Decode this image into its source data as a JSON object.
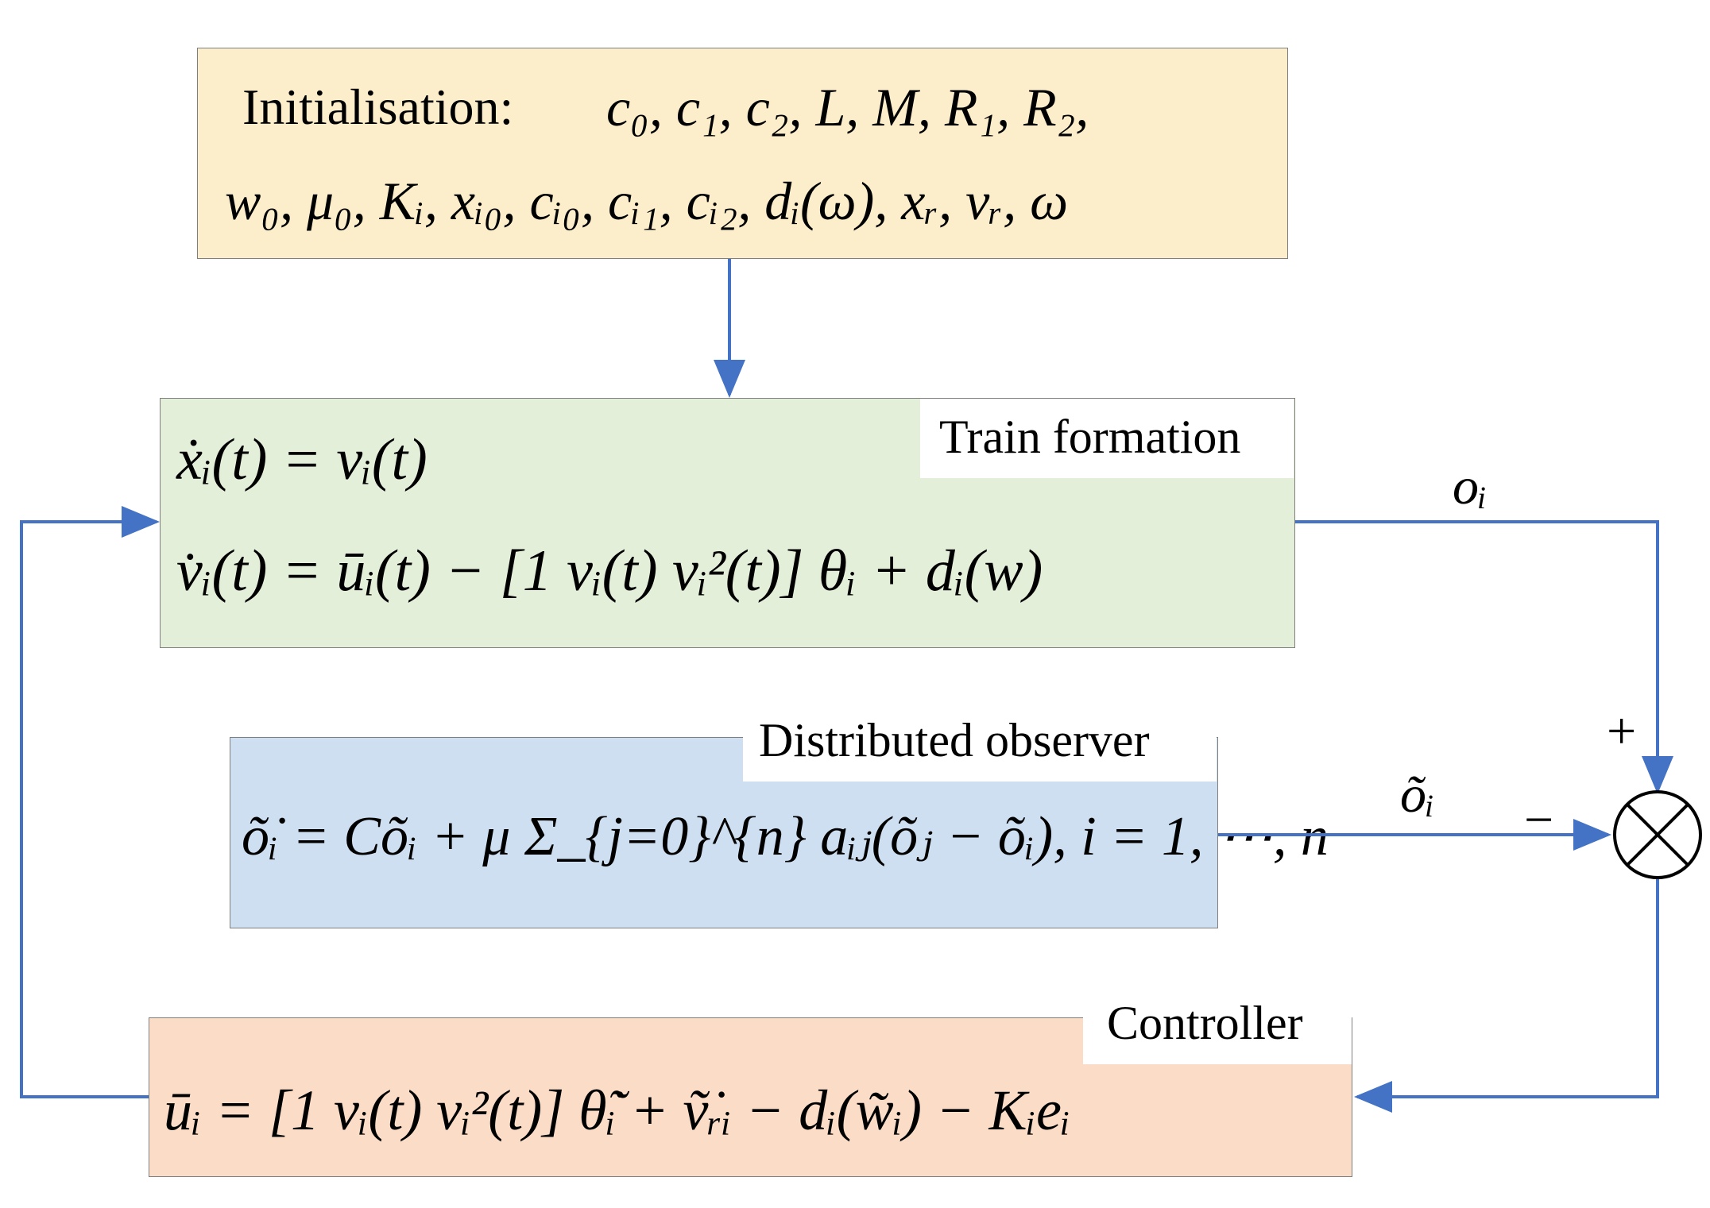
{
  "initialisation": {
    "label": "Initialisation:",
    "params_line1": "c₀, c₁, c₂, L, M, R₁, R₂,",
    "params_line2": "w₀, μ₀, Kᵢ, xᵢ₀, cᵢ₀, cᵢ₁, cᵢ₂, dᵢ(ω), xᵣ, vᵣ, ω"
  },
  "train_formation": {
    "title": "Train formation",
    "eq1": "ẋᵢ(t) = vᵢ(t)",
    "eq2": "v̇ᵢ(t) = ūᵢ(t) − [1  vᵢ(t)  vᵢ²(t)] θᵢ + dᵢ(w)"
  },
  "distributed_observer": {
    "title": "Distributed observer",
    "eq": "õ̇ᵢ = Cõᵢ + μ Σ_{j=0}^{n} aᵢⱼ(õⱼ − õᵢ), i = 1, ⋯, n"
  },
  "controller": {
    "title": "Controller",
    "eq": "ūᵢ = [1  vᵢ(t)  vᵢ²(t)] θ̃̇ᵢ + ṽ̇ᵣᵢ − dᵢ(w̃ᵢ) − Kᵢeᵢ"
  },
  "signals": {
    "output": "oᵢ",
    "estimate": "õᵢ",
    "plus": "+",
    "minus": "−"
  },
  "colors": {
    "arrow": "#4472c4",
    "init_fill": "#fdeecb",
    "train_fill": "#e3efd9",
    "observer_fill": "#cddff1",
    "controller_fill": "#fbdcc6"
  }
}
